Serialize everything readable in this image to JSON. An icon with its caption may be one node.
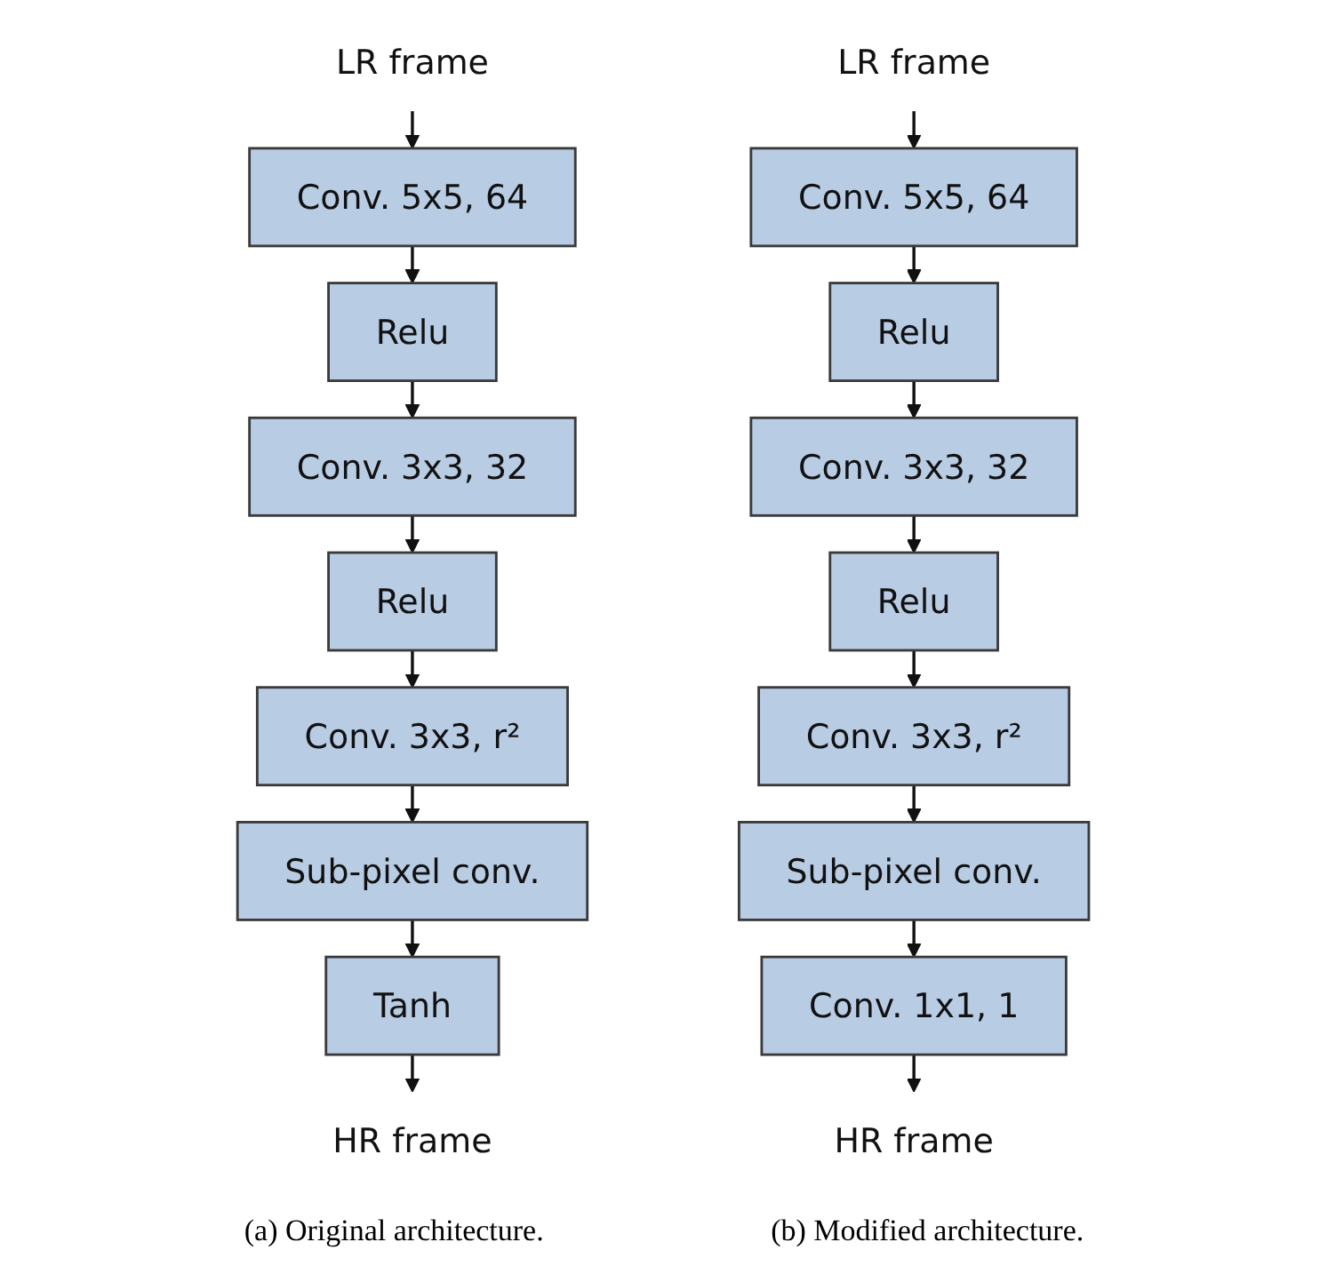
{
  "diagram": {
    "nodes": [
      {
        "text": [
          "LR frame"
        ]
      },
      {
        "text": [
          "Conv. 5x5, 64"
        ]
      },
      {
        "text": [
          "Relu"
        ]
      },
      {
        "text": [
          "Conv. 3x3, 32"
        ]
      },
      {
        "text": [
          "Relu"
        ]
      },
      {
        "text": [
          "Conv. 3x3, r²"
        ]
      },
      {
        "text": [
          "Sub-pixel conv."
        ]
      },
      {
        "text": [
          "Tanh"
        ]
      },
      {
        "text": [
          "HR frame"
        ]
      },
      {
        "text": [
          "LR frame"
        ]
      },
      {
        "text": [
          "Conv. 5x5, 64"
        ]
      },
      {
        "text": [
          "Relu"
        ]
      },
      {
        "text": [
          "Conv. 3x3, 32"
        ]
      },
      {
        "text": [
          "Relu"
        ]
      },
      {
        "text": [
          "Conv. 3x3, r²"
        ]
      },
      {
        "text": [
          "Sub-pixel conv."
        ]
      },
      {
        "text": [
          "Conv. 1x1, 1"
        ]
      },
      {
        "text": [
          "HR frame"
        ]
      }
    ],
    "edges": [
      {
        "from": 0,
        "to": 1,
        "arrow": "to"
      },
      {
        "from": 1,
        "to": 2,
        "arrow": "to"
      },
      {
        "from": 2,
        "to": 3,
        "arrow": "to"
      },
      {
        "from": 3,
        "to": 4,
        "arrow": "to"
      },
      {
        "from": 4,
        "to": 5,
        "arrow": "to"
      },
      {
        "from": 5,
        "to": 6,
        "arrow": "to"
      },
      {
        "from": 6,
        "to": 7,
        "arrow": "to"
      },
      {
        "from": 7,
        "to": 8,
        "arrow": "to"
      },
      {
        "from": 9,
        "to": 10,
        "arrow": "to"
      },
      {
        "from": 10,
        "to": 11,
        "arrow": "to"
      },
      {
        "from": 11,
        "to": 12,
        "arrow": "to"
      },
      {
        "from": 12,
        "to": 13,
        "arrow": "to"
      },
      {
        "from": 13,
        "to": 14,
        "arrow": "to"
      },
      {
        "from": 14,
        "to": 15,
        "arrow": "to"
      },
      {
        "from": 15,
        "to": 16,
        "arrow": "to"
      },
      {
        "from": 16,
        "to": 17,
        "arrow": "to"
      }
    ],
    "labels": [
      "(a) Original architecture.",
      "(b) Modified architecture."
    ]
  }
}
